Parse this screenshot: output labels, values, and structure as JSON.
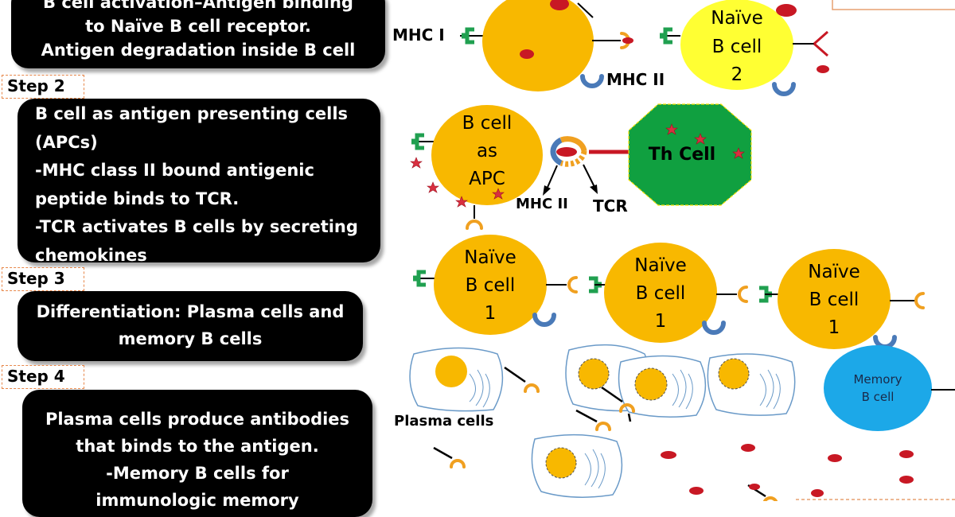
{
  "steps": {
    "step1": {
      "lines": [
        "B cell activation–Antigen binding",
        "to Naïve B cell receptor.",
        "Antigen degradation inside B cell"
      ]
    },
    "step2": {
      "label": "Step 2",
      "lines": [
        "B cell as antigen presenting cells",
        "(APCs)",
        "-MHC class II bound antigenic",
        "peptide binds to TCR.",
        "-TCR activates B cells by secreting",
        "chemokines"
      ]
    },
    "step3": {
      "label": "Step 3",
      "lines": [
        "Differentiation: Plasma cells and",
        "memory B cells"
      ]
    },
    "step4": {
      "label": "Step 4",
      "lines": [
        "Plasma cells produce antibodies",
        "that binds to the antigen.",
        "-Memory B cells for",
        "immunologic memory"
      ]
    }
  },
  "diagram": {
    "mhc1_label": "MHC I",
    "mhc2_label_top": "MHC II",
    "naive2": {
      "line1": "Naïve",
      "line2": "B cell",
      "line3": "2"
    },
    "apc": {
      "line1": "B cell",
      "line2": "as",
      "line3": "APC"
    },
    "th_cell": "Th Cell",
    "mhc2_label_mid": "MHC II",
    "tcr_label": "TCR",
    "naive1": {
      "line1": "Naïve",
      "line2": "B cell",
      "line3": "1"
    },
    "plasma_label": "Plasma cells",
    "memory": {
      "line1": "Memory",
      "line2": "B cell"
    }
  },
  "colors": {
    "cell_orange": "#f8b800",
    "cell_yellow": "#ffff33",
    "th_green": "#10a040",
    "memory_blue": "#1ca8e8",
    "mhc1_green": "#20a050",
    "mhc2_blue": "#4a7ab8",
    "receptor_orange": "#f0a020",
    "antigen_red": "#c81824",
    "step_label_border": "#e7874a"
  }
}
